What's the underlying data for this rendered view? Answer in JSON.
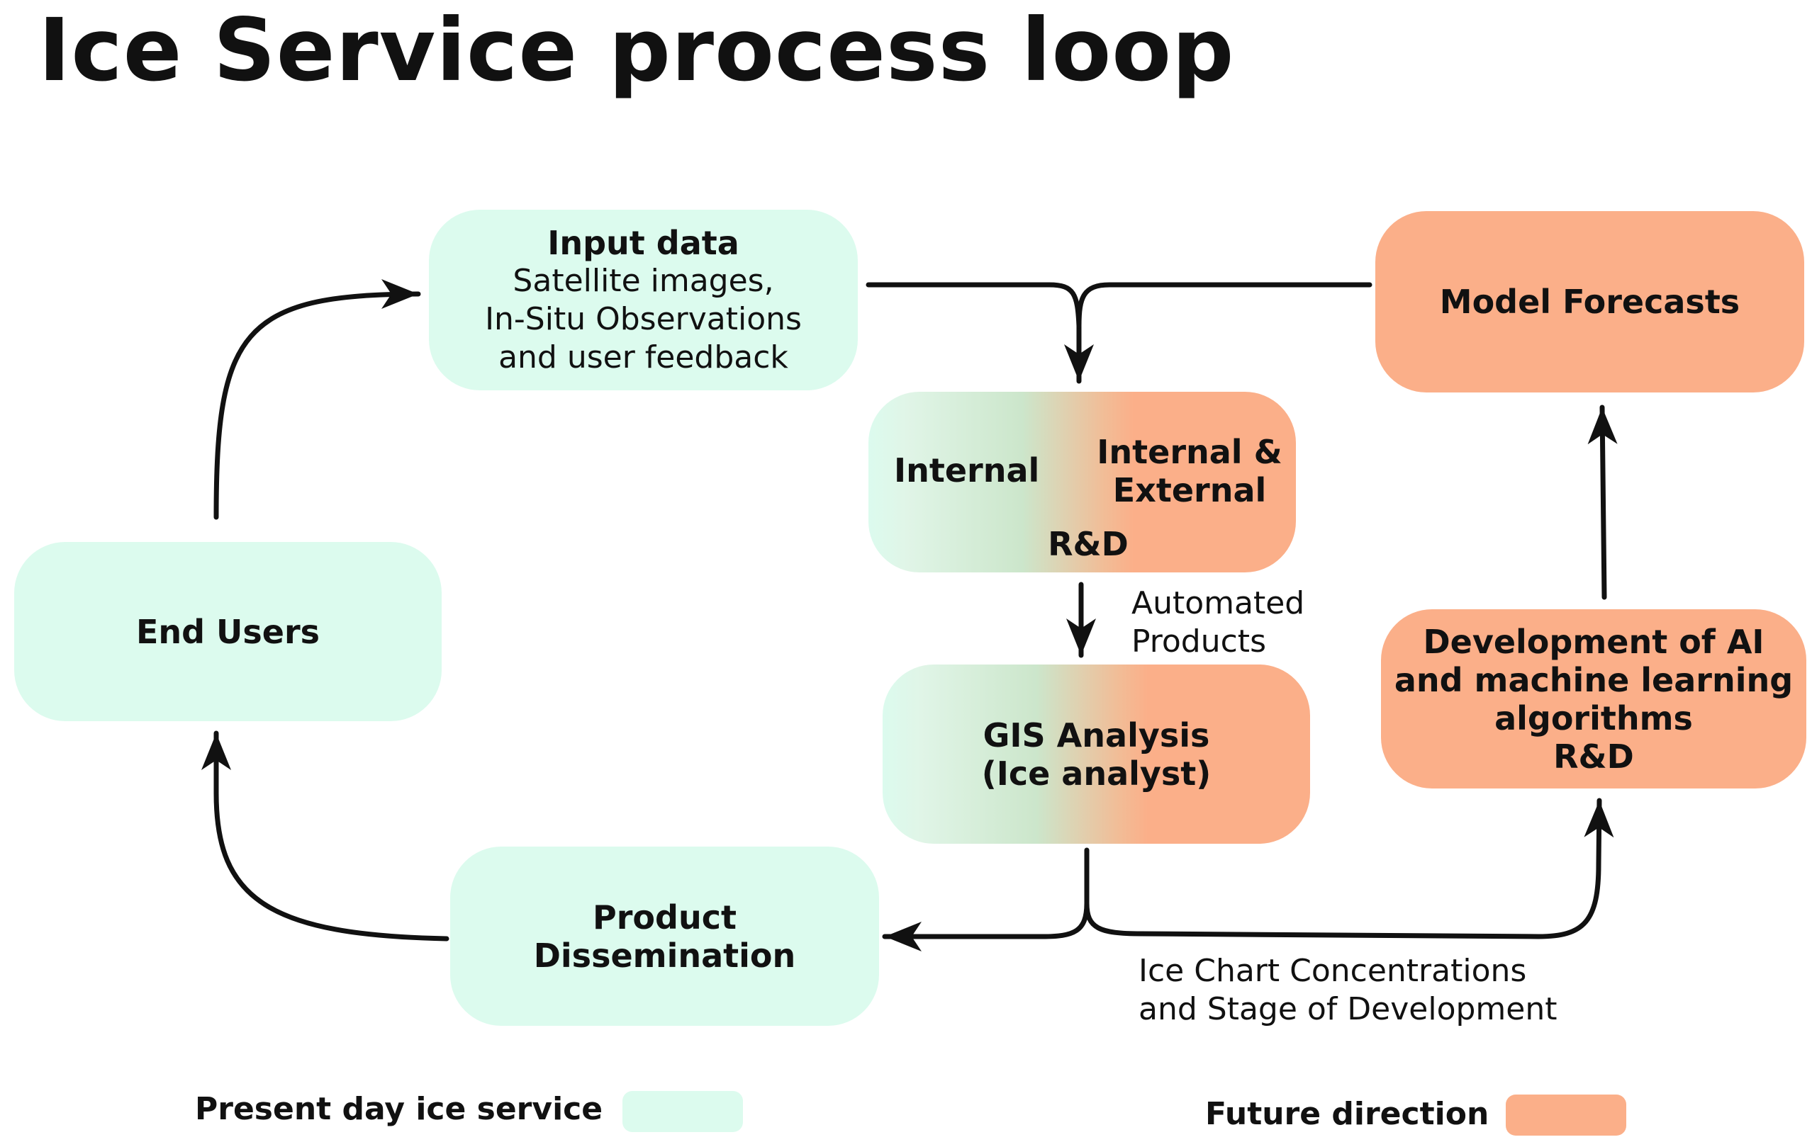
{
  "title": "Ice Service process loop",
  "nodes": {
    "input_data": {
      "heading": "Input data",
      "lines": [
        "Satellite images,",
        "In-Situ Observations",
        "and user feedback"
      ]
    },
    "model_forecasts": {
      "label": "Model Forecasts"
    },
    "rd": {
      "left": "Internal",
      "right_line1": "Internal &",
      "right_line2": "External",
      "bottom": "R&D"
    },
    "gis": {
      "line1": "GIS Analysis",
      "line2": "(Ice analyst)"
    },
    "ai_dev": {
      "line1": "Development of AI",
      "line2": "and machine learning",
      "line3": "algorithms",
      "line4": "R&D"
    },
    "end_users": {
      "label": "End Users"
    },
    "product_dissemination": {
      "line1": "Product",
      "line2": "Dissemination"
    }
  },
  "edge_labels": {
    "automated_products": [
      "Automated",
      "Products"
    ],
    "ice_chart": [
      "Ice Chart Concentrations",
      "and Stage of Development"
    ]
  },
  "legend": {
    "present": "Present day ice service",
    "future": "Future direction"
  },
  "colors": {
    "present": "#dcfbee",
    "future": "#fbaf89",
    "line": "#111111"
  }
}
